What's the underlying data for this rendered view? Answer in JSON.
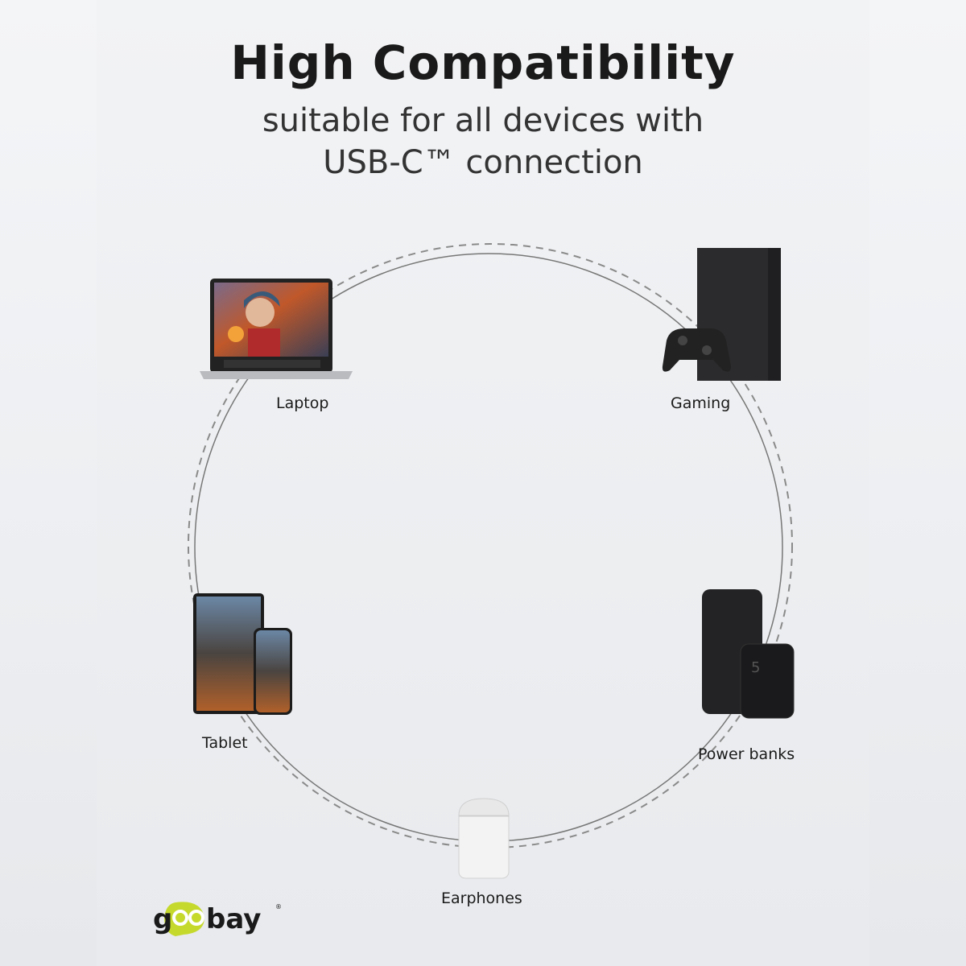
{
  "header": {
    "title": "High Compatibility",
    "subtitle_line1": "suitable for all devices with",
    "subtitle_line2": "USB-C™ connection"
  },
  "devices": [
    {
      "label": "Laptop",
      "icon": "laptop-icon"
    },
    {
      "label": "Gaming",
      "icon": "game-console-icon"
    },
    {
      "label": "Tablet",
      "icon": "tablet-phone-icon"
    },
    {
      "label": "Power banks",
      "icon": "power-bank-icon"
    },
    {
      "label": "Earphones",
      "icon": "earphones-icon"
    }
  ],
  "powerbank_text": "5",
  "brand": {
    "name": "goobay",
    "accent": "#c5d92d"
  }
}
